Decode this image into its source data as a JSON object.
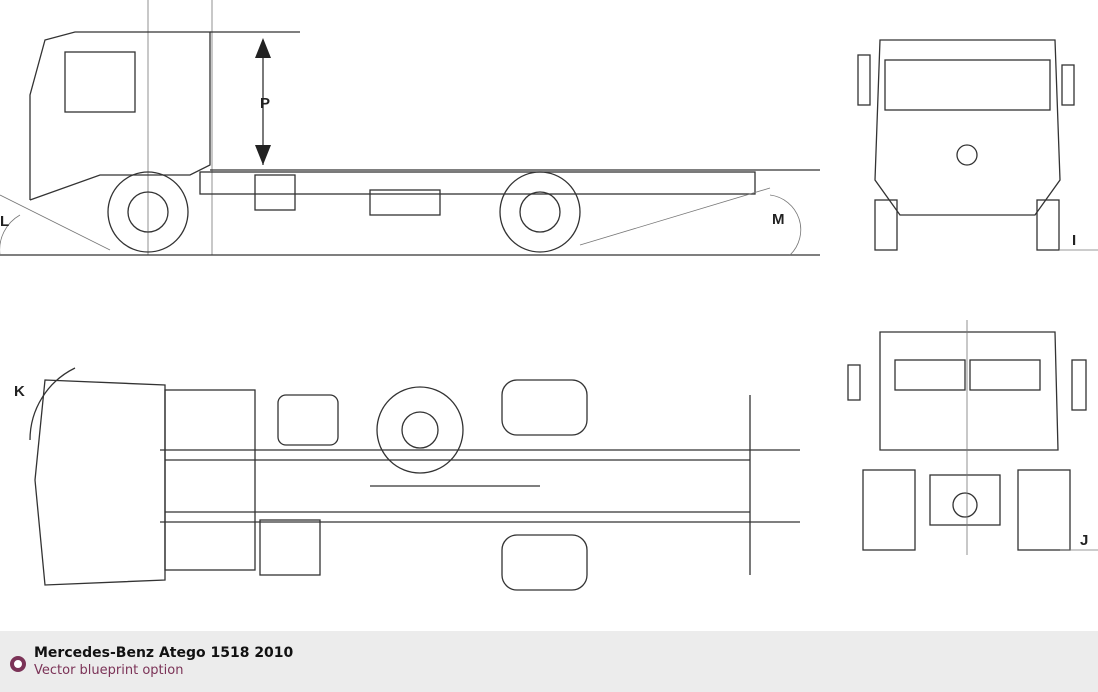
{
  "blueprint": {
    "labels": {
      "p": "P",
      "l": "L",
      "m": "M",
      "k": "K",
      "i": "I",
      "j": "J"
    }
  },
  "caption": {
    "title": "Mercedes-Benz Atego 1518 2010",
    "subtitle": "Vector blueprint option",
    "accent_color": "#7b3357"
  }
}
